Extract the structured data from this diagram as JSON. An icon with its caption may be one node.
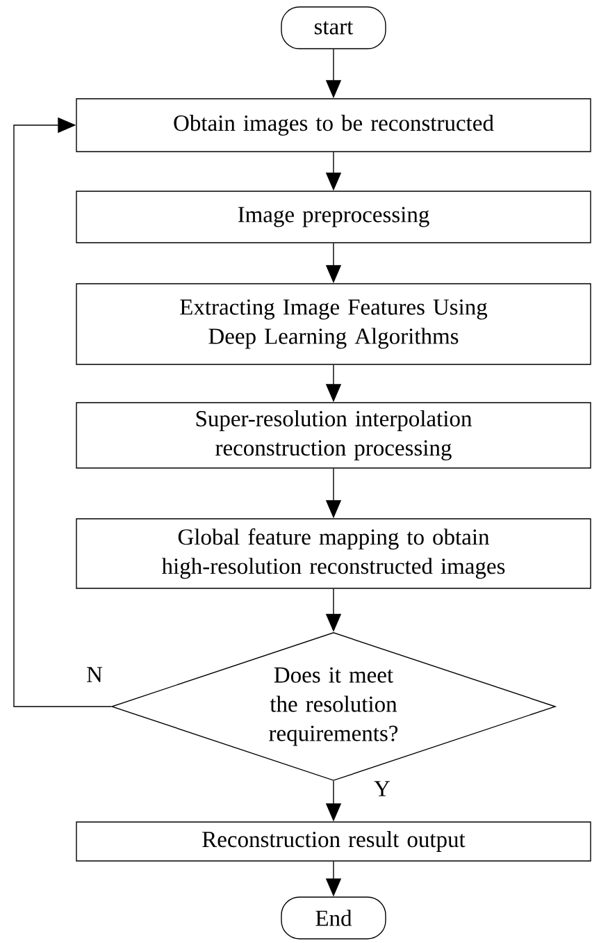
{
  "diagram": {
    "nodes": [
      {
        "text": [
          "start"
        ]
      },
      {
        "text": [
          "Obtain images to be reconstructed"
        ]
      },
      {
        "text": [
          "Image preprocessing"
        ]
      },
      {
        "text": [
          "Extracting Image Features Using Deep Learning Algorithms"
        ]
      },
      {
        "text": [
          "Super-resolution interpolation reconstruction processing"
        ]
      },
      {
        "text": [
          "Global feature mapping to obtain high-resolution reconstructed images"
        ]
      },
      {
        "text": [
          "Does it meet the resolution requirements?"
        ]
      },
      {
        "text": [
          "Reconstruction result output"
        ]
      },
      {
        "text": [
          "End"
        ]
      }
    ],
    "edges": [
      {
        "from": 0,
        "to": 1,
        "arrow": "to"
      },
      {
        "from": 1,
        "to": 2,
        "arrow": "to"
      },
      {
        "from": 2,
        "to": 3,
        "arrow": "to"
      },
      {
        "from": 3,
        "to": 4,
        "arrow": "to"
      },
      {
        "from": 4,
        "to": 5,
        "arrow": "to"
      },
      {
        "from": 5,
        "to": 6,
        "arrow": "to"
      },
      {
        "from": 6,
        "to": 1,
        "arrow": "to",
        "label": "N"
      },
      {
        "from": 6,
        "to": 7,
        "arrow": "to",
        "label": "Y"
      },
      {
        "from": 7,
        "to": 8,
        "arrow": "to"
      }
    ]
  }
}
